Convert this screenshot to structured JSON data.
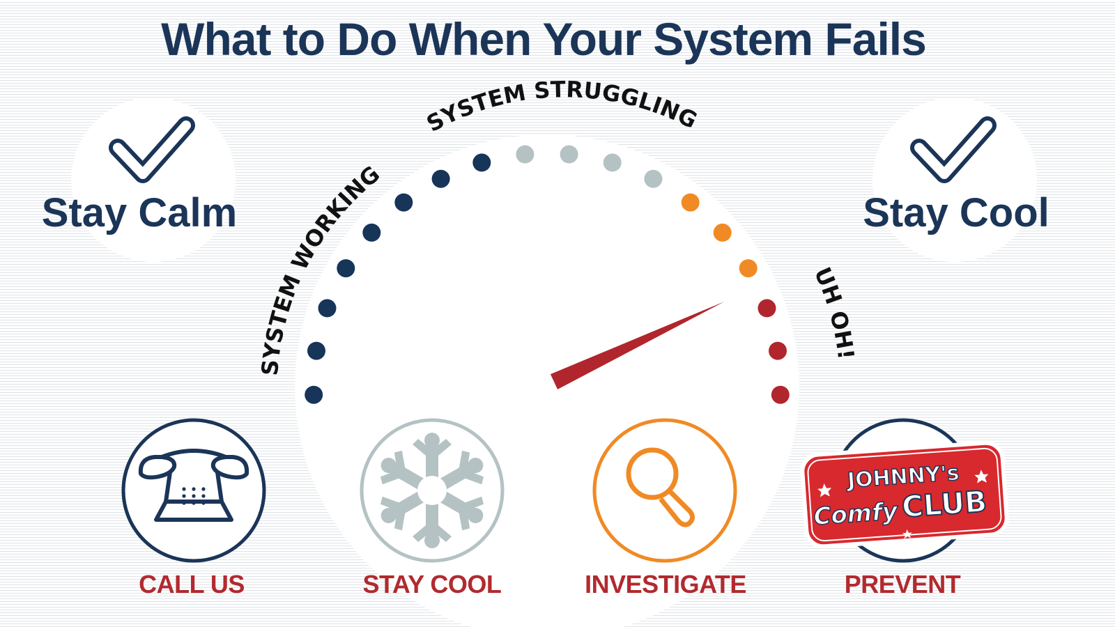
{
  "title": "What to Do When Your System Fails",
  "left_tip": {
    "label": "Stay Calm",
    "icon": "checkmark-icon"
  },
  "right_tip": {
    "label": "Stay Cool",
    "icon": "checkmark-icon"
  },
  "gauge": {
    "zones": [
      {
        "label": "SYSTEM WORKING",
        "color": "#173459",
        "dots": 8
      },
      {
        "label": "SYSTEM STRUGGLING",
        "color": "#b5c2c4",
        "dots": 4
      },
      {
        "label": "",
        "color": "#f08a24",
        "dots": 3
      },
      {
        "label": "UH OH!",
        "color": "#b1262c",
        "dots": 3
      }
    ],
    "needle_color": "#b1262c",
    "needle_level": 0.86
  },
  "actions": [
    {
      "label": "CALL US",
      "icon": "telephone-icon",
      "color": "#1b3558"
    },
    {
      "label": "STAY COOL",
      "icon": "snowflake-icon",
      "color": "#b5c2c4"
    },
    {
      "label": "INVESTIGATE",
      "icon": "magnifying-glass-icon",
      "color": "#f08a24"
    },
    {
      "label": "PREVENT",
      "icon": "johnnys-comfy-club-logo",
      "color": "#1b3558"
    }
  ],
  "logo": {
    "top": "JOHNNY's",
    "script": "Comfy",
    "bottom": "CLUB"
  }
}
